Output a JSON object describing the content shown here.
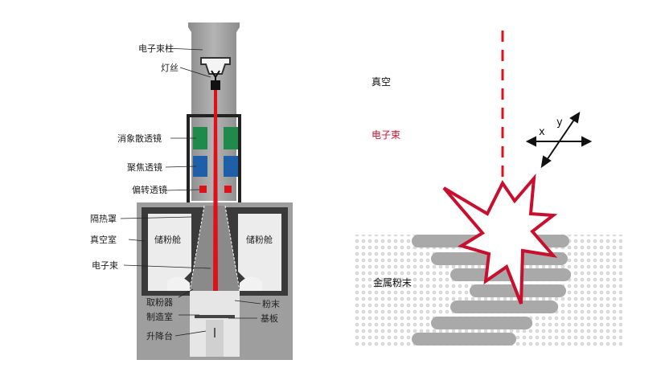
{
  "left_diagram": {
    "labels": {
      "column": "电子束柱",
      "filament": "灯丝",
      "astig_lens": "消象散透镜",
      "focus_lens": "聚焦透镜",
      "deflect_lens": "偏转透镜",
      "heat_shield": "隔热罩",
      "vacuum_chamber": "真空室",
      "beam": "电子束",
      "hopper_left": "储粉舱",
      "hopper_right": "储粉舱",
      "powder_picker": "取粉器",
      "build_chamber": "制造室",
      "powder": "粉末",
      "substrate": "基板",
      "lift_table": "升降台"
    }
  },
  "right_diagram": {
    "labels": {
      "vacuum": "真空",
      "beam": "电子束",
      "metal_powder": "金属粉末",
      "axis_x": "x",
      "axis_y": "y"
    }
  },
  "colors": {
    "beam_red": "#e0101a",
    "label_red": "#c8102e",
    "machine_gray": "#9a9a9a",
    "dark_frame": "#3a3a3a",
    "lens_green": "#1f8a4c",
    "lens_blue": "#1f5fa8",
    "powder_gray": "#dcdcdc",
    "layer_gray": "#a9a9a9"
  }
}
